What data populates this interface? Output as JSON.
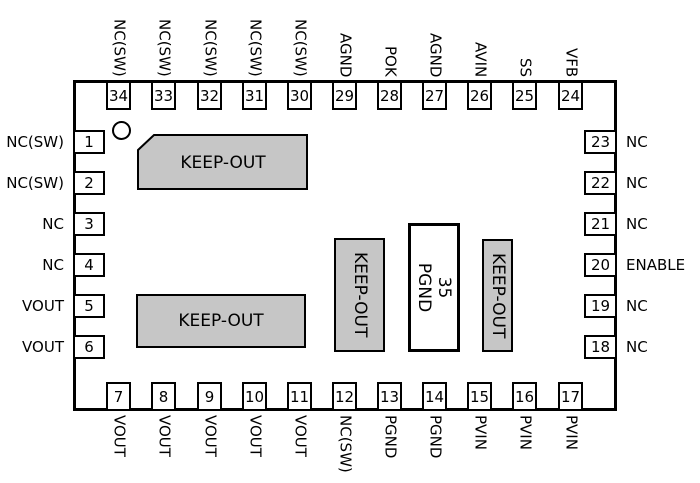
{
  "colors": {
    "keepout_fill": "#c6c6c6",
    "line": "#000000",
    "background": "#ffffff"
  },
  "keepout": {
    "labels": [
      "KEEP-OUT",
      "KEEP-OUT",
      "KEEP-OUT",
      "KEEP-OUT"
    ]
  },
  "thermal_pad": {
    "number": "35",
    "label": "PGND"
  },
  "pins": {
    "top": [
      {
        "number": "34",
        "label": "NC(SW)"
      },
      {
        "number": "33",
        "label": "NC(SW)"
      },
      {
        "number": "32",
        "label": "NC(SW)"
      },
      {
        "number": "31",
        "label": "NC(SW)"
      },
      {
        "number": "30",
        "label": "NC(SW)"
      },
      {
        "number": "29",
        "label": "AGND"
      },
      {
        "number": "28",
        "label": "POK"
      },
      {
        "number": "27",
        "label": "AGND"
      },
      {
        "number": "26",
        "label": "AVIN"
      },
      {
        "number": "25",
        "label": "SS"
      },
      {
        "number": "24",
        "label": "VFB"
      }
    ],
    "bottom": [
      {
        "number": "7",
        "label": "VOUT"
      },
      {
        "number": "8",
        "label": "VOUT"
      },
      {
        "number": "9",
        "label": "VOUT"
      },
      {
        "number": "10",
        "label": "VOUT"
      },
      {
        "number": "11",
        "label": "VOUT"
      },
      {
        "number": "12",
        "label": "NC(SW)"
      },
      {
        "number": "13",
        "label": "PGND"
      },
      {
        "number": "14",
        "label": "PGND"
      },
      {
        "number": "15",
        "label": "PVIN"
      },
      {
        "number": "16",
        "label": "PVIN"
      },
      {
        "number": "17",
        "label": "PVIN"
      }
    ],
    "left": [
      {
        "number": "1",
        "label": "NC(SW)"
      },
      {
        "number": "2",
        "label": "NC(SW)"
      },
      {
        "number": "3",
        "label": "NC"
      },
      {
        "number": "4",
        "label": "NC"
      },
      {
        "number": "5",
        "label": "VOUT"
      },
      {
        "number": "6",
        "label": "VOUT"
      }
    ],
    "right": [
      {
        "number": "23",
        "label": "NC"
      },
      {
        "number": "22",
        "label": "NC"
      },
      {
        "number": "21",
        "label": "NC"
      },
      {
        "number": "20",
        "label": "ENABLE"
      },
      {
        "number": "19",
        "label": "NC"
      },
      {
        "number": "18",
        "label": "NC"
      }
    ]
  }
}
